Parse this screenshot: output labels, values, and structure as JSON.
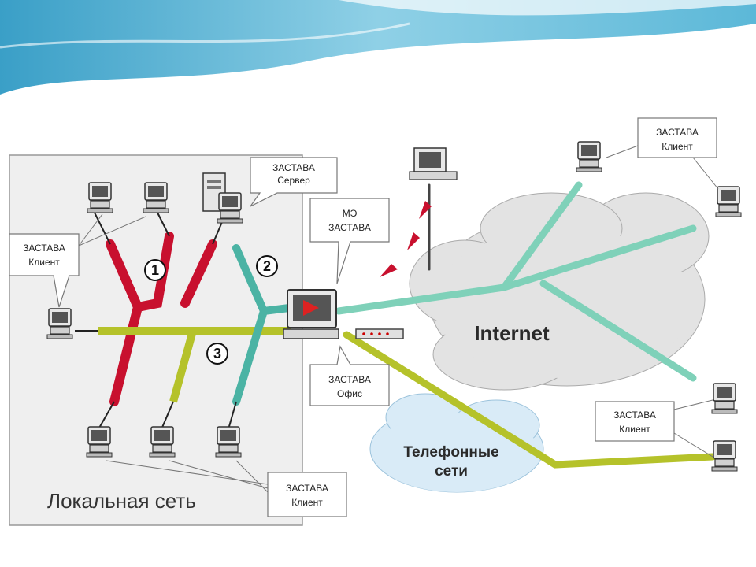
{
  "lan_label": "Локальная сеть",
  "internet_label": "Internet",
  "phone_label": [
    "Телефонные",
    "сети"
  ],
  "route_numbers": [
    "1",
    "2",
    "3"
  ],
  "callouts": {
    "server": [
      "ЗАСТАВА",
      "Сервер"
    ],
    "firewall": [
      "МЭ",
      "ЗАСТАВА"
    ],
    "office": [
      "ЗАСТАВА",
      "Офис"
    ],
    "client_left": [
      "ЗАСТАВА",
      "Клиент"
    ],
    "client_bottom": [
      "ЗАСТАВА",
      "Клиент"
    ],
    "client_top_right": [
      "ЗАСТАВА",
      "Клиент"
    ],
    "client_right": [
      "ЗАСТАВА",
      "Клиент"
    ]
  },
  "colors": {
    "route1": "#c8102e",
    "route2": "#4bb3a4",
    "route3": "#b5c22a",
    "internet_line": "#7fd1b9",
    "cloud": "#e3e3e3",
    "phone_cloud": "#d9ebf7"
  }
}
